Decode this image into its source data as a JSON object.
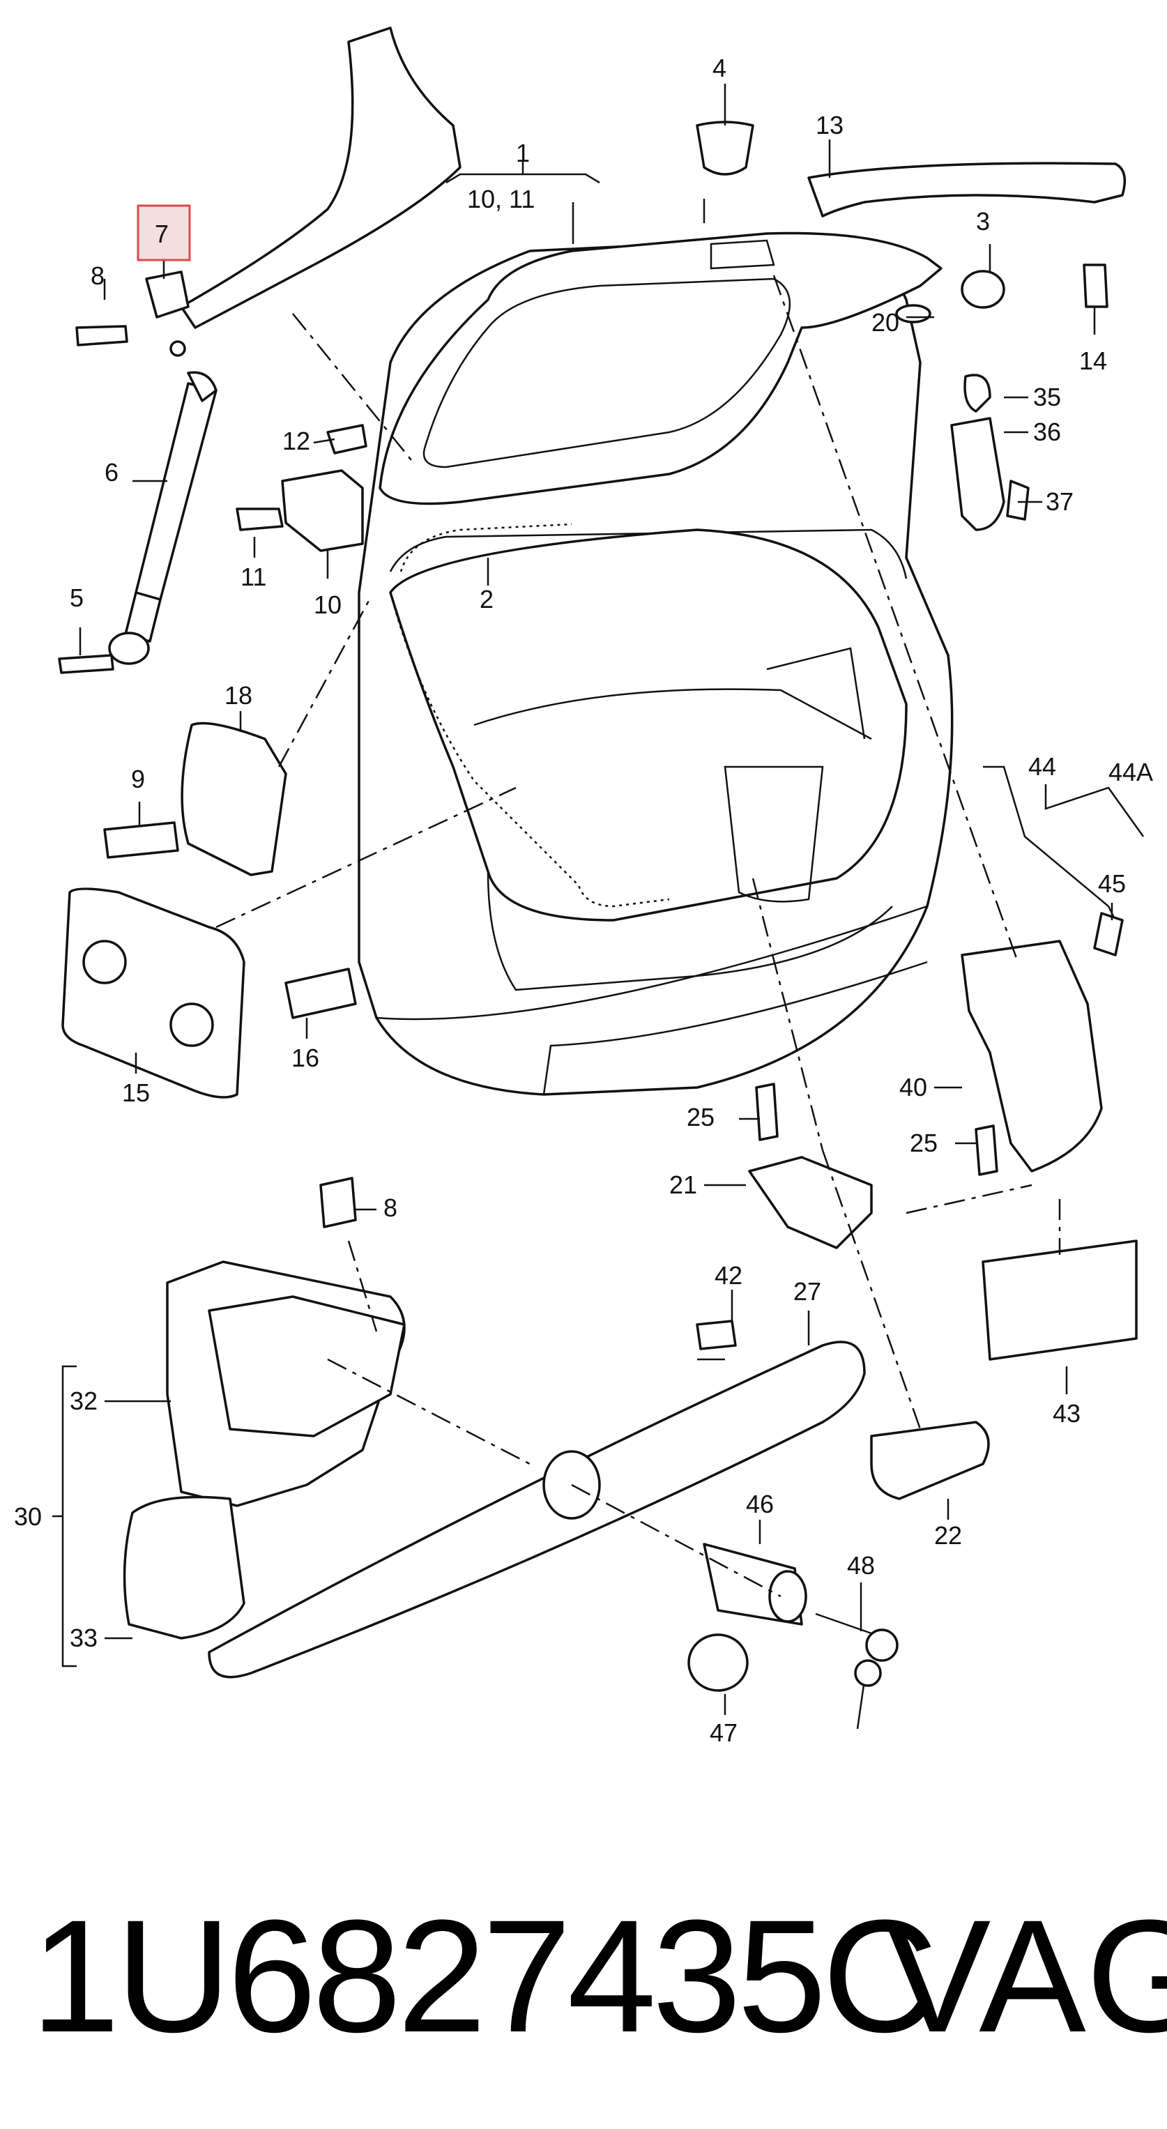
{
  "callouts": [
    {
      "id": "c1",
      "text": "1"
    },
    {
      "id": "c1b",
      "text": "10, 11"
    },
    {
      "id": "c2",
      "text": "2"
    },
    {
      "id": "c3",
      "text": "3"
    },
    {
      "id": "c4",
      "text": "4"
    },
    {
      "id": "c5",
      "text": "5"
    },
    {
      "id": "c6",
      "text": "6"
    },
    {
      "id": "c7",
      "text": "7"
    },
    {
      "id": "c8a",
      "text": "8"
    },
    {
      "id": "c8b",
      "text": "8"
    },
    {
      "id": "c9",
      "text": "9"
    },
    {
      "id": "c10",
      "text": "10"
    },
    {
      "id": "c11",
      "text": "11"
    },
    {
      "id": "c12",
      "text": "12"
    },
    {
      "id": "c13",
      "text": "13"
    },
    {
      "id": "c14",
      "text": "14"
    },
    {
      "id": "c15",
      "text": "15"
    },
    {
      "id": "c16",
      "text": "16"
    },
    {
      "id": "c18",
      "text": "18"
    },
    {
      "id": "c20",
      "text": "20"
    },
    {
      "id": "c21",
      "text": "21"
    },
    {
      "id": "c22",
      "text": "22"
    },
    {
      "id": "c25a",
      "text": "25"
    },
    {
      "id": "c25b",
      "text": "25"
    },
    {
      "id": "c27",
      "text": "27"
    },
    {
      "id": "c30",
      "text": "30"
    },
    {
      "id": "c32",
      "text": "32"
    },
    {
      "id": "c33",
      "text": "33"
    },
    {
      "id": "c35",
      "text": "35"
    },
    {
      "id": "c36",
      "text": "36"
    },
    {
      "id": "c37",
      "text": "37"
    },
    {
      "id": "c40",
      "text": "40"
    },
    {
      "id": "c42",
      "text": "42"
    },
    {
      "id": "c43",
      "text": "43"
    },
    {
      "id": "c44",
      "text": "44"
    },
    {
      "id": "c44a",
      "text": "44A"
    },
    {
      "id": "c45",
      "text": "45"
    },
    {
      "id": "c46",
      "text": "46"
    },
    {
      "id": "c47",
      "text": "47"
    },
    {
      "id": "c48",
      "text": "48"
    }
  ],
  "highlighted_part": "7",
  "highlight_color": "#d94a4a",
  "footer": {
    "part_number": "1U6827435C",
    "brand": "VAG"
  }
}
